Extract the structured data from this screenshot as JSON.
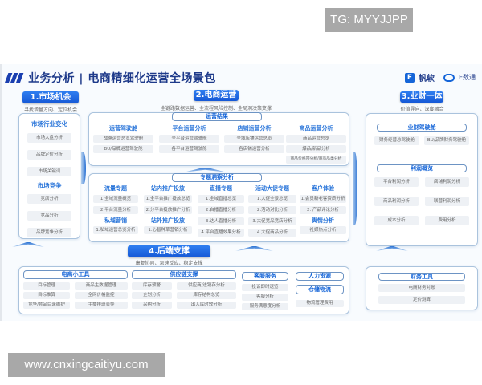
{
  "watermarks": {
    "top": "TG: MYYJJPP",
    "bottom": "www.cnxingcaitiyu.com"
  },
  "header": {
    "title": "业务分析 | 电商精细化运营全场景包",
    "logo_brand": "帆软",
    "logo_product": "E数通",
    "colors": {
      "primary": "#1558d6",
      "title": "#1e3a8a",
      "border": "#aac3dd",
      "cell_bg": "#eef1f5"
    }
  },
  "sections": {
    "market": {
      "badge": "1.市场机会",
      "subtitle": "寻找增量方向、定位机会",
      "groups": [
        {
          "title": "市场行业变化",
          "items": [
            "市场大盘分析",
            "品牌定位分析",
            "市场关键词"
          ]
        },
        {
          "title": "市场竞争",
          "items": [
            "竞店分析",
            "竞品分析",
            "品牌竞争分析"
          ]
        }
      ]
    },
    "ecommerce": {
      "badge": "2.电商运营",
      "subtitle": "全链路数据运营、全流程风险控制、全局洞决策支撑",
      "results": {
        "title": "运营结果",
        "groups": [
          {
            "title": "运营驾驶舱",
            "items": [
              "战略运营总览驾驶舱",
              "BU/品牌运营驾驶舱"
            ]
          },
          {
            "title": "平台运营分析",
            "items": [
              "全平台运营驾驶舱",
              "各平台运营驾驶舱"
            ]
          },
          {
            "title": "店铺运营分析",
            "items": [
              "全域店铺运营总览",
              "各店铺运营分析"
            ]
          },
          {
            "title": "商品运营分析",
            "items": [
              "商品运营总览",
              "爆品/新品分析",
              "商品价格带分析/商品品类分析"
            ]
          }
        ]
      },
      "insight": {
        "title": "专题洞察分析",
        "groups": [
          {
            "title": "流量专题",
            "items": [
              "1.全域流量概览",
              "2.平台流量分析"
            ]
          },
          {
            "title": "站内推广投放",
            "items": [
              "1.全平台推广投放总览",
              "2.分平台投放推广分析"
            ]
          },
          {
            "title": "直播专题",
            "items": [
              "1.全域直播总览",
              "2.自播直播分析",
              "3.达人直播分析",
              "4.平台直播效果分析"
            ]
          },
          {
            "title": "活动大促专题",
            "items": [
              "1.大促全景总览",
              "2.活动对比分析",
              "3.大促竞品竞店分析",
              "4.大促商品分析"
            ]
          },
          {
            "title": "客户体验",
            "items": [
              "1.会员新老客资质分析",
              "2. 产品评论分析"
            ]
          },
          {
            "title": "私域营销",
            "items": [
              "1.私域运营总览分析"
            ]
          },
          {
            "title": "站外推广投放",
            "items": [
              "1.心智种草营销分析"
            ]
          },
          {
            "title": "舆情分析",
            "items": [
              "社媒热点分析"
            ]
          }
        ]
      }
    },
    "finance": {
      "badge": "3.业财一体",
      "subtitle": "价值导向、深度融合",
      "cockpit": {
        "title": "业财驾驶舱",
        "items": [
          "财务经营总驾驶舱",
          "BU/品牌财务驾驶舱"
        ]
      },
      "profit": {
        "title": "利润概览",
        "items": [
          "平台利润分析",
          "店铺利润分析",
          "商品利润分析",
          "联营利润分析",
          "成本分析",
          "费用分析"
        ]
      },
      "tools": {
        "title": "财务工具",
        "items": [
          "电商财务对账",
          "定价测算"
        ]
      }
    },
    "backend": {
      "badge": "4.后端支撑",
      "subtitle": "康复协同、急速反应、稳定支撑",
      "ecom_tools": {
        "title": "电商小工具",
        "items": [
          "目标管理",
          "商品主数据管理",
          "目标推算",
          "全网价格监控",
          "竞争/竞品目录维护",
          "主播排班表等"
        ]
      },
      "supply": {
        "title": "供应链支撑",
        "items": [
          "库存预警",
          "供应商/进销存分析",
          "企划分析",
          "库存结构总览",
          "采购分析",
          "出入库时效分析"
        ]
      },
      "service": {
        "title": "客服服务",
        "items": [
          "投诉即时速览",
          "客服分析",
          "服务满意度分析"
        ]
      },
      "hr": {
        "title": "人力资源"
      },
      "logistics": {
        "title": "仓储物流",
        "items": [
          "物流管理费用"
        ]
      }
    }
  }
}
